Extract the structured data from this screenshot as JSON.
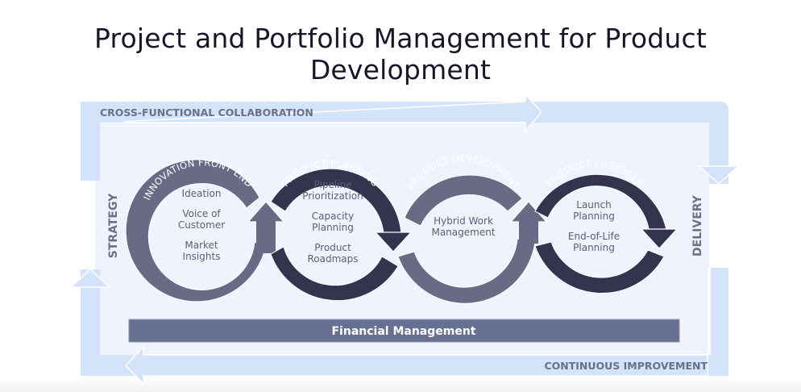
{
  "title": "Project and Portfolio Management for Product Development",
  "frame": {
    "top_label": "CROSS-FUNCTIONAL COLLABORATION",
    "left_label": "STRATEGY",
    "right_label": "DELIVERY",
    "bottom_label": "CONTINUOUS IMPROVEMENT"
  },
  "phases": [
    {
      "name": "INNOVATION FRONT END",
      "items": [
        "Ideation",
        "Voice of",
        "Customer",
        "Market",
        "Insights"
      ]
    },
    {
      "name": "PRODUCT PLANNING",
      "items": [
        "Pipeline",
        "Prioritization",
        "Capacity",
        "Planning",
        "Product",
        "Roadmaps"
      ]
    },
    {
      "name": "PRODUCT DEVELOPMENT",
      "items": [
        "Hybrid Work",
        "Management"
      ]
    },
    {
      "name": "PRODUCT LIFECYCLE",
      "items": [
        "Launch",
        "Planning",
        "End-of-Life",
        "Planning"
      ]
    }
  ],
  "footer_bar": "Financial Management",
  "colors": {
    "title": "#16162a",
    "frame_band": "#d3e3fa",
    "frame_inner": "#eef3fd",
    "ring_light": "#696a85",
    "ring_dark": "#35344f",
    "bar": "#677090",
    "band_text": "#6b7088"
  }
}
